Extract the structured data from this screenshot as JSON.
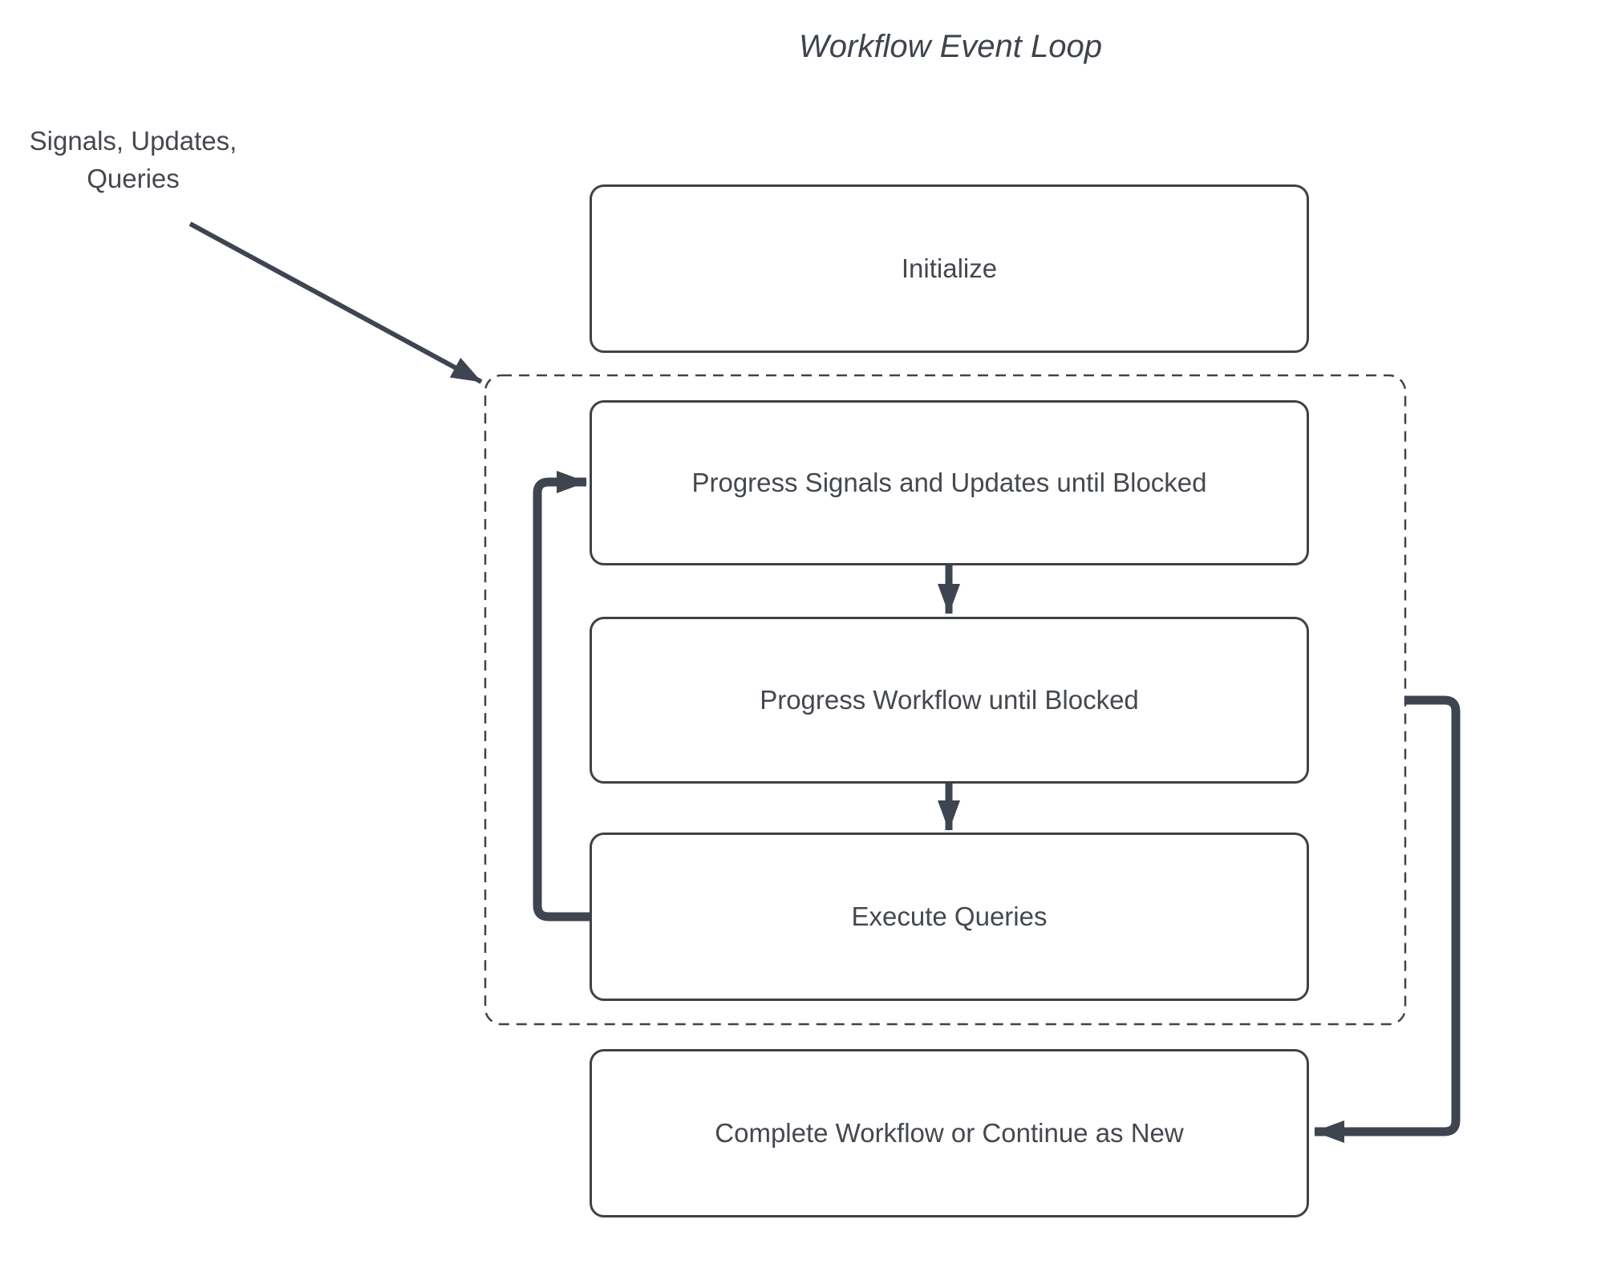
{
  "title": "Workflow Event Loop",
  "side_label": {
    "line1": "Signals, Updates,",
    "line2": "Queries"
  },
  "nodes": {
    "initialize": "Initialize",
    "progress_signals": "Progress Signals and Updates until Blocked",
    "progress_workflow": "Progress Workflow until Blocked",
    "execute_queries": "Execute Queries",
    "complete": "Complete Workflow or Continue as New"
  },
  "colors": {
    "background": "#ffffff",
    "arrow": "#3e4450",
    "node_border": "#3e4248",
    "dashed_border": "#3e434b",
    "text": "#44484f"
  }
}
